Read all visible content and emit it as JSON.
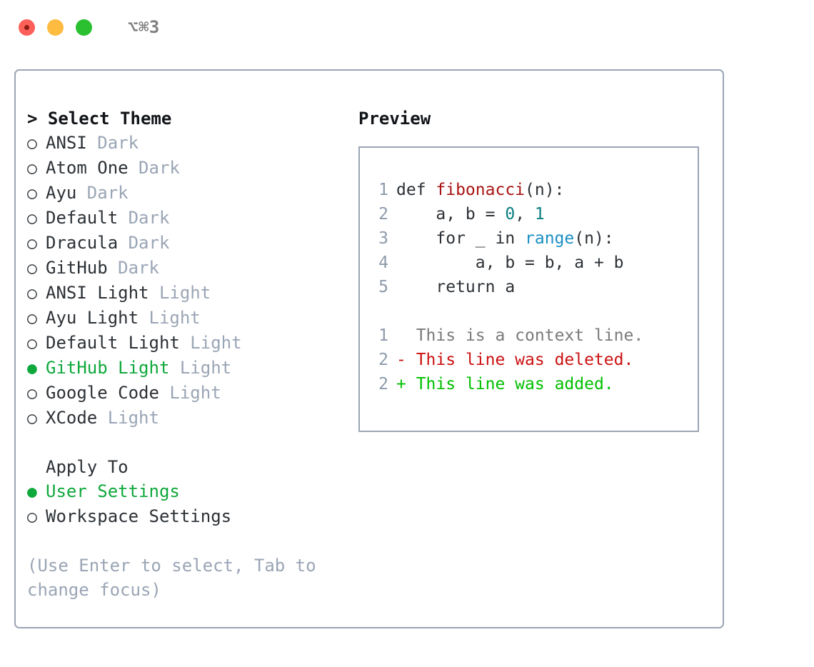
{
  "titlebar": {
    "shortcut": "⌥⌘3",
    "lights": [
      "close-red",
      "minimize-yellow",
      "zoom-green"
    ]
  },
  "theme_list": {
    "heading": "> Select Theme",
    "caret": ">",
    "heading_text": "Select Theme",
    "bullet_empty": "○",
    "bullet_filled": "●",
    "items": [
      {
        "label": "ANSI",
        "tag": "Dark",
        "selected": false
      },
      {
        "label": "Atom One",
        "tag": "Dark",
        "selected": false
      },
      {
        "label": "Ayu",
        "tag": "Dark",
        "selected": false
      },
      {
        "label": "Default",
        "tag": "Dark",
        "selected": false
      },
      {
        "label": "Dracula",
        "tag": "Dark",
        "selected": false
      },
      {
        "label": "GitHub",
        "tag": "Dark",
        "selected": false
      },
      {
        "label": "ANSI Light",
        "tag": "Light",
        "selected": false
      },
      {
        "label": "Ayu Light",
        "tag": "Light",
        "selected": false
      },
      {
        "label": "Default Light",
        "tag": "Light",
        "selected": false
      },
      {
        "label": "GitHub Light",
        "tag": "Light",
        "selected": true
      },
      {
        "label": "Google Code",
        "tag": "Light",
        "selected": false
      },
      {
        "label": "XCode",
        "tag": "Light",
        "selected": false
      }
    ]
  },
  "apply_to": {
    "heading": "Apply To",
    "items": [
      {
        "label": "User Settings",
        "selected": true
      },
      {
        "label": "Workspace Settings",
        "selected": false
      }
    ]
  },
  "hint": "(Use Enter to select, Tab to change focus)",
  "preview": {
    "title": "Preview",
    "code_lines": [
      {
        "num": "1",
        "segments": [
          {
            "text": "def ",
            "kind": "kw"
          },
          {
            "text": "fibonacci",
            "kind": "fn"
          },
          {
            "text": "(n):",
            "kind": "kw"
          }
        ]
      },
      {
        "num": "2",
        "segments": [
          {
            "text": "    a, b = ",
            "kind": "kw"
          },
          {
            "text": "0",
            "kind": "num"
          },
          {
            "text": ", ",
            "kind": "kw"
          },
          {
            "text": "1",
            "kind": "num"
          }
        ]
      },
      {
        "num": "3",
        "segments": [
          {
            "text": "    for _ in ",
            "kind": "kw"
          },
          {
            "text": "range",
            "kind": "bif"
          },
          {
            "text": "(n):",
            "kind": "kw"
          }
        ]
      },
      {
        "num": "4",
        "segments": [
          {
            "text": "        a, b = b, a + b",
            "kind": "kw"
          }
        ]
      },
      {
        "num": "5",
        "segments": [
          {
            "text": "    return a",
            "kind": "kw"
          }
        ]
      }
    ],
    "diff_lines": [
      {
        "num": "1",
        "marker": "  ",
        "text": "This is a context line.",
        "kind": "ctx"
      },
      {
        "num": "2",
        "marker": "- ",
        "text": "This line was deleted.",
        "kind": "del"
      },
      {
        "num": "2",
        "marker": "+ ",
        "text": "This line was added.",
        "kind": "add"
      }
    ]
  },
  "colors": {
    "selected_green": "#0fa83c",
    "muted": "#9aa5b5",
    "border": "#9aa5b5",
    "text": "#2c3136",
    "diff_add": "#00c000",
    "diff_del": "#cc1111",
    "fn_red": "#a81414",
    "builtin_blue": "#1a8fc4",
    "number_teal": "#0a7f7f",
    "light_red": "#fc6058",
    "light_yellow": "#fdbc40",
    "light_green": "#2ac030"
  }
}
